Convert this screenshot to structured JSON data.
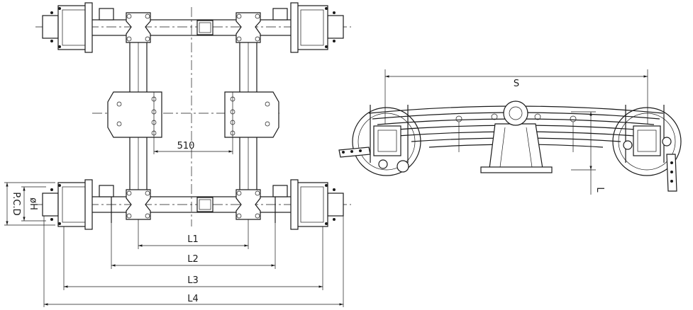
{
  "dimensions": {
    "pcd": "P.C.D",
    "hub_diameter": "øH",
    "between_hangers": "510",
    "l1": "L1",
    "l2": "L2",
    "l3": "L3",
    "l4": "L4",
    "spring_span": "S",
    "height": "L"
  }
}
